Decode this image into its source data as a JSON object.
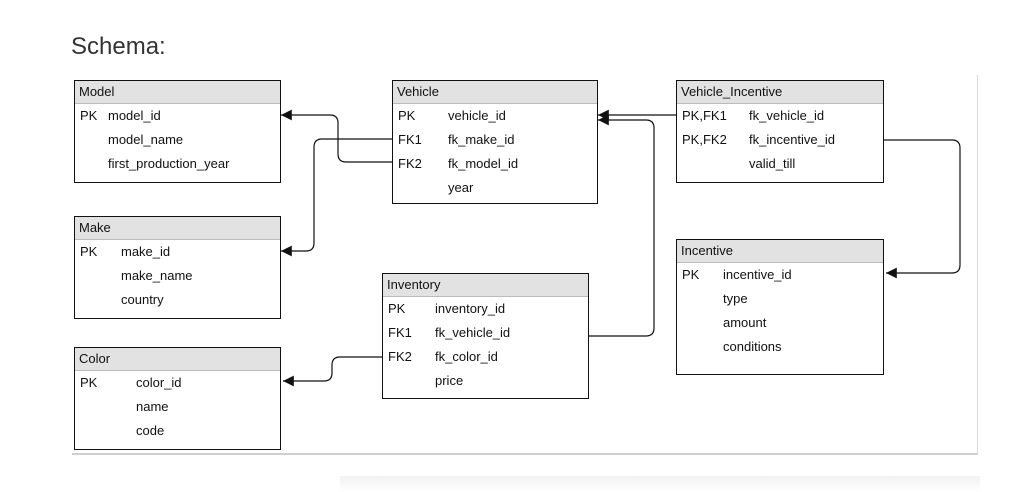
{
  "heading": "Schema:",
  "tables": {
    "model": {
      "title": "Model",
      "rows": [
        {
          "key": "PK",
          "field": "model_id"
        },
        {
          "key": "",
          "field": "model_name"
        },
        {
          "key": "",
          "field": "first_production_year"
        }
      ]
    },
    "make": {
      "title": "Make",
      "rows": [
        {
          "key": "PK",
          "field": "make_id"
        },
        {
          "key": "",
          "field": "make_name"
        },
        {
          "key": "",
          "field": "country"
        }
      ]
    },
    "color": {
      "title": "Color",
      "rows": [
        {
          "key": "PK",
          "field": "color_id"
        },
        {
          "key": "",
          "field": "name"
        },
        {
          "key": "",
          "field": "code"
        }
      ]
    },
    "vehicle": {
      "title": "Vehicle",
      "rows": [
        {
          "key": "PK",
          "field": "vehicle_id"
        },
        {
          "key": "FK1",
          "field": "fk_make_id"
        },
        {
          "key": "FK2",
          "field": "fk_model_id"
        },
        {
          "key": "",
          "field": "year"
        }
      ]
    },
    "inventory": {
      "title": "Inventory",
      "rows": [
        {
          "key": "PK",
          "field": "inventory_id"
        },
        {
          "key": "FK1",
          "field": "fk_vehicle_id"
        },
        {
          "key": "FK2",
          "field": "fk_color_id"
        },
        {
          "key": "",
          "field": "price"
        }
      ]
    },
    "vehicle_incentive": {
      "title": "Vehicle_Incentive",
      "rows": [
        {
          "key": "PK,FK1",
          "field": "fk_vehicle_id"
        },
        {
          "key": "PK,FK2",
          "field": "fk_incentive_id"
        },
        {
          "key": "",
          "field": "valid_till"
        }
      ]
    },
    "incentive": {
      "title": "Incentive",
      "rows": [
        {
          "key": "PK",
          "field": "incentive_id"
        },
        {
          "key": "",
          "field": "type"
        },
        {
          "key": "",
          "field": "amount"
        },
        {
          "key": "",
          "field": "conditions"
        }
      ]
    }
  }
}
